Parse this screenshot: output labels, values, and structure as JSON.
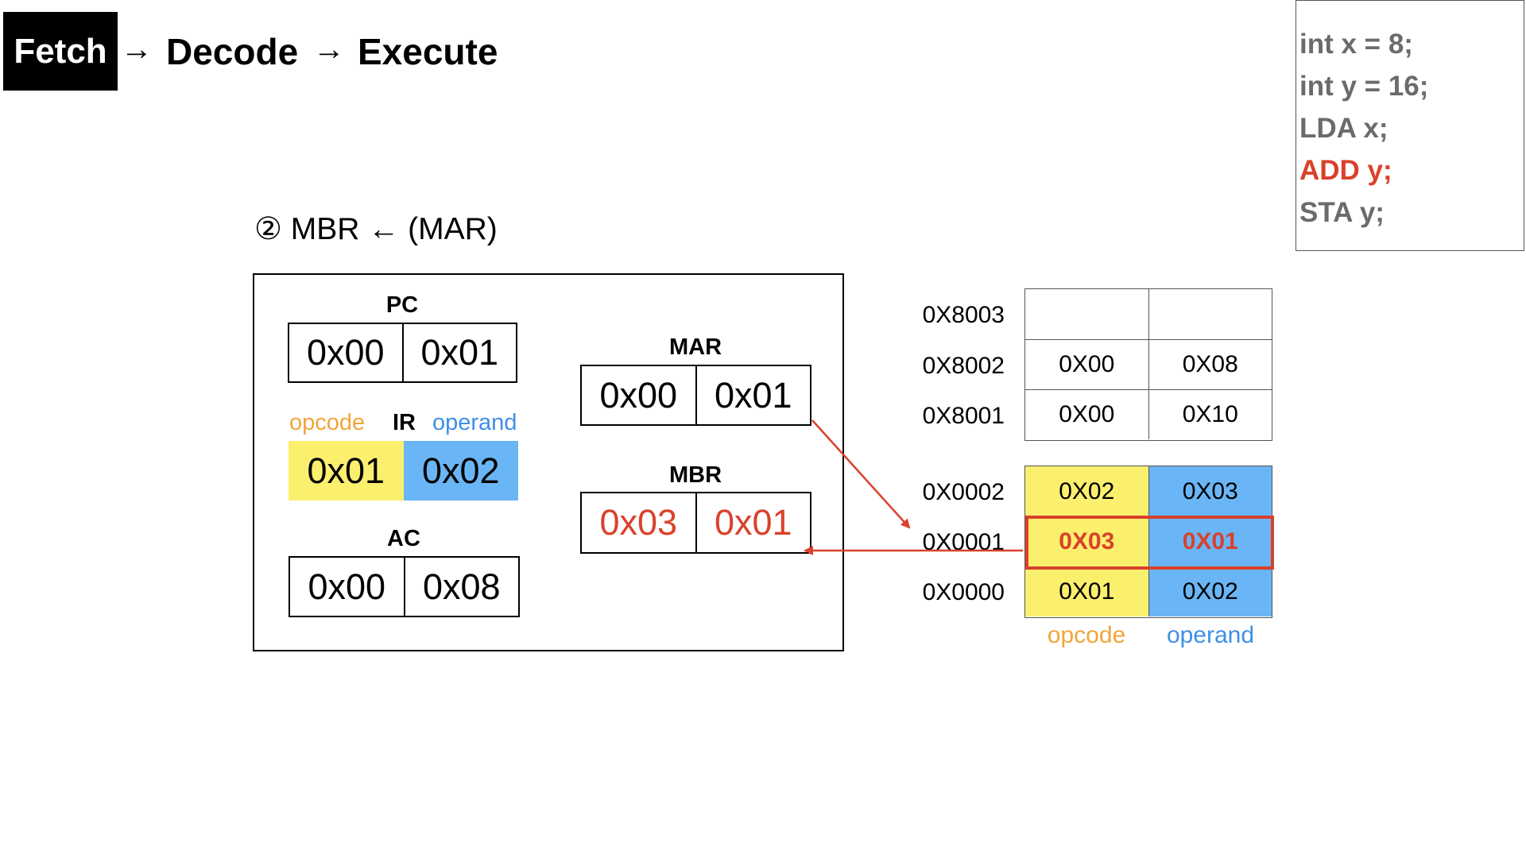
{
  "title": {
    "fetch": "Fetch",
    "arrow1": "→",
    "decode": "Decode",
    "arrow2": "→",
    "execute": "Execute"
  },
  "code": {
    "lines": [
      "int x = 8;",
      "int y = 16;",
      "LDA x;",
      "ADD y;",
      "STA y;"
    ]
  },
  "step_label": "② MBR ← (MAR)",
  "cpu": {
    "pc": {
      "title": "PC",
      "high": "0x00",
      "low": "0x01"
    },
    "ir": {
      "title": "IR",
      "opcode_label": "opcode",
      "operand_label": "operand",
      "opcode": "0x01",
      "operand": "0x02"
    },
    "ac": {
      "title": "AC",
      "high": "0x00",
      "low": "0x08"
    },
    "mar": {
      "title": "MAR",
      "high": "0x00",
      "low": "0x01"
    },
    "mbr": {
      "title": "MBR",
      "high": "0x03",
      "low": "0x01"
    }
  },
  "memory": {
    "data_rows": [
      {
        "addr": "0X8003",
        "opcode": "",
        "operand": ""
      },
      {
        "addr": "0X8002",
        "opcode": "0X00",
        "operand": "0X08"
      },
      {
        "addr": "0X8001",
        "opcode": "0X00",
        "operand": "0X10"
      }
    ],
    "code_rows": [
      {
        "addr": "0X0002",
        "opcode": "0X02",
        "operand": "0X03"
      },
      {
        "addr": "0X0001",
        "opcode": "0X03",
        "operand": "0X01"
      },
      {
        "addr": "0X0000",
        "opcode": "0X01",
        "operand": "0X02"
      }
    ],
    "opcode_label": "opcode",
    "operand_label": "operand"
  },
  "colors": {
    "highlight_red": "#d9412b",
    "opcode_yellow": "#fbef6e",
    "operand_blue": "#6ab5f5",
    "code_gray": "#6b6b6b"
  }
}
